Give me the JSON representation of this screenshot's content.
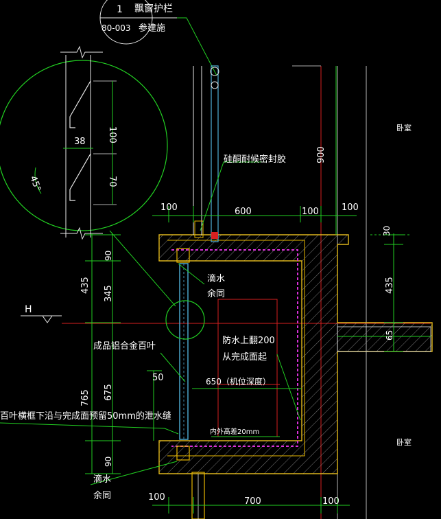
{
  "callout": {
    "number": "1",
    "title": "飘窗护栏",
    "ref": "80-003",
    "note": "参建施"
  },
  "labels": {
    "sealant": "硅酮耐候密封胶",
    "drip_top_1": "滴水",
    "drip_top_2": "余同",
    "waterproof_1": "防水上翻200",
    "waterproof_2": "从完成面起",
    "louver": "成品铝合金百叶",
    "unit_depth": "650（机位深度）",
    "inner_outer_diff": "内外高差20mm",
    "drain_gap": "百叶横框下沿与完成面预留50mm的泄水缝",
    "drip_bot_1": "滴水",
    "drip_bot_2": "余同",
    "level_mark": "H",
    "room_top": "卧室",
    "room_bot": "卧室"
  },
  "dims": {
    "detail_100": "100",
    "detail_70": "70",
    "detail_38": "38",
    "detail_angle": "45°",
    "top_100_left": "100",
    "top_600": "600",
    "top_100_mid": "100",
    "top_100_right": "100",
    "rail_900": "900",
    "right_30": "30",
    "right_435": "435",
    "right_65": "65",
    "left_90_top": "90",
    "left_435": "435",
    "left_345": "345",
    "left_765": "765",
    "left_675": "675",
    "left_90_bot": "90",
    "louver_50": "50",
    "bot_100": "100",
    "bot_700": "700",
    "bot_100_right": "100"
  }
}
